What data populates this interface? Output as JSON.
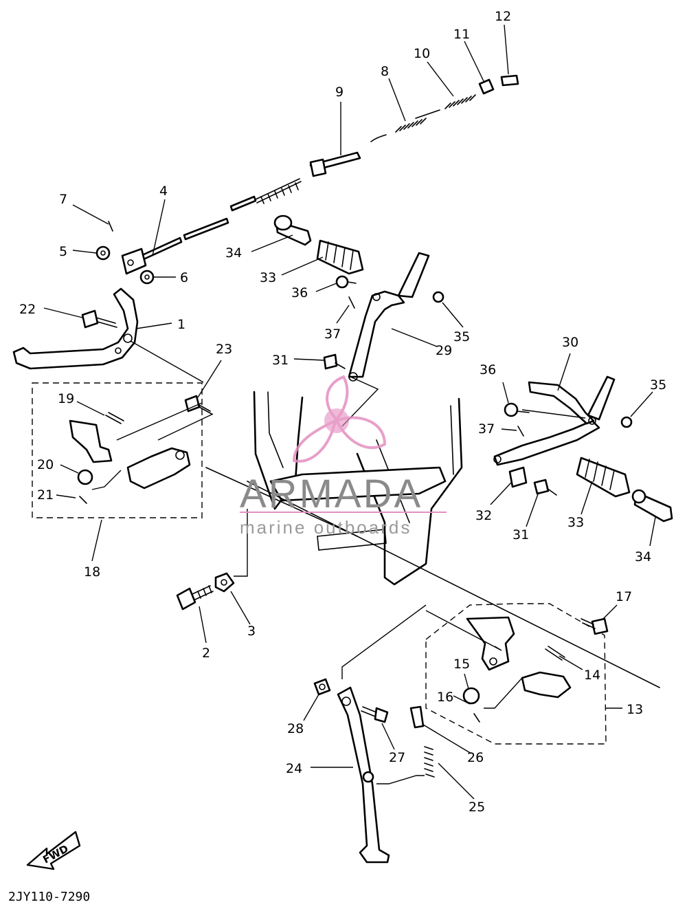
{
  "diagram": {
    "code": "2JY110-7290",
    "fwd_label": "FWD",
    "watermark": {
      "brand": "ARMADA",
      "tagline": "marine outboards",
      "color": "#e58fc0"
    },
    "callouts": [
      {
        "id": "1",
        "label": "1"
      },
      {
        "id": "2",
        "label": "2"
      },
      {
        "id": "3",
        "label": "3"
      },
      {
        "id": "4",
        "label": "4"
      },
      {
        "id": "5",
        "label": "5"
      },
      {
        "id": "6",
        "label": "6"
      },
      {
        "id": "7",
        "label": "7"
      },
      {
        "id": "8",
        "label": "8"
      },
      {
        "id": "9",
        "label": "9"
      },
      {
        "id": "10",
        "label": "10"
      },
      {
        "id": "11",
        "label": "11"
      },
      {
        "id": "12",
        "label": "12"
      },
      {
        "id": "13",
        "label": "13"
      },
      {
        "id": "14",
        "label": "14"
      },
      {
        "id": "15",
        "label": "15"
      },
      {
        "id": "16",
        "label": "16"
      },
      {
        "id": "17",
        "label": "17"
      },
      {
        "id": "18",
        "label": "18"
      },
      {
        "id": "19",
        "label": "19"
      },
      {
        "id": "20",
        "label": "20"
      },
      {
        "id": "21",
        "label": "21"
      },
      {
        "id": "22",
        "label": "22"
      },
      {
        "id": "23",
        "label": "23"
      },
      {
        "id": "24",
        "label": "24"
      },
      {
        "id": "25",
        "label": "25"
      },
      {
        "id": "26",
        "label": "26"
      },
      {
        "id": "27",
        "label": "27"
      },
      {
        "id": "28",
        "label": "28"
      },
      {
        "id": "29",
        "label": "29"
      },
      {
        "id": "30",
        "label": "30"
      },
      {
        "id": "31a",
        "label": "31"
      },
      {
        "id": "31b",
        "label": "31"
      },
      {
        "id": "32",
        "label": "32"
      },
      {
        "id": "33a",
        "label": "33"
      },
      {
        "id": "33b",
        "label": "33"
      },
      {
        "id": "34a",
        "label": "34"
      },
      {
        "id": "34b",
        "label": "34"
      },
      {
        "id": "35a",
        "label": "35"
      },
      {
        "id": "35b",
        "label": "35"
      },
      {
        "id": "36a",
        "label": "36"
      },
      {
        "id": "36b",
        "label": "36"
      },
      {
        "id": "37a",
        "label": "37"
      },
      {
        "id": "37b",
        "label": "37"
      }
    ]
  }
}
